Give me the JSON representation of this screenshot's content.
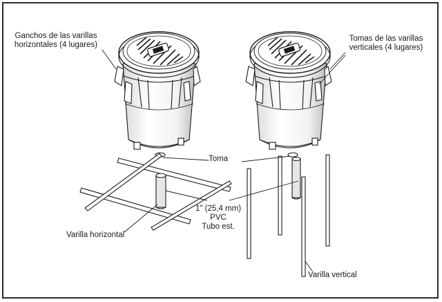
{
  "labels": {
    "ganchos_l1": "Ganchos de las varillas",
    "ganchos_l2": "horizontales (4 lugares)",
    "tomas_l1": "Tomas de las varillas",
    "tomas_l2": "verticales (4 lugares)",
    "toma": "Toma",
    "pvc_l1": "1\" (25,4 mm)",
    "pvc_l2": "PVC",
    "pvc_l3": "Tubo est.",
    "varilla_horizontal": "Varilla horizontal",
    "varilla_vertical": "Varilla vertical"
  },
  "colors": {
    "line": "#1a1a1a",
    "shade": "#c8c8c8",
    "frame": "#2a2a2a"
  }
}
